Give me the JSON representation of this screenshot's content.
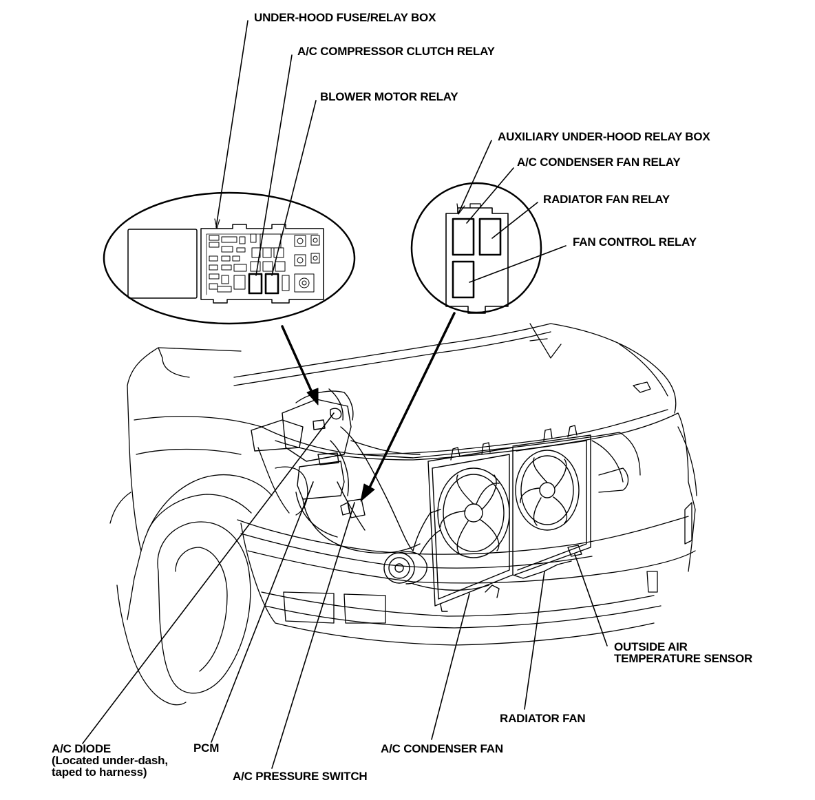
{
  "colors": {
    "ink": "#000000",
    "paper": "#ffffff"
  },
  "labels": {
    "under_hood_fuse_relay_box": "UNDER-HOOD FUSE/RELAY BOX",
    "ac_compressor_clutch_relay": "A/C COMPRESSOR CLUTCH RELAY",
    "blower_motor_relay": "BLOWER MOTOR RELAY",
    "auxiliary_under_hood_relay_box": "AUXILIARY UNDER-HOOD RELAY BOX",
    "ac_condenser_fan_relay": "A/C CONDENSER FAN RELAY",
    "radiator_fan_relay": "RADIATOR FAN RELAY",
    "fan_control_relay": "FAN CONTROL RELAY",
    "outside_air_temperature_sensor_line1": "OUTSIDE AIR",
    "outside_air_temperature_sensor_line2": "TEMPERATURE SENSOR",
    "radiator_fan": "RADIATOR FAN",
    "ac_condenser_fan": "A/C CONDENSER FAN",
    "ac_pressure_switch": "A/C PRESSURE SWITCH",
    "pcm": "PCM",
    "ac_diode_line1": "A/C DIODE",
    "ac_diode_line2": "(Located under-dash,",
    "ac_diode_line3": "taped to harness)"
  }
}
